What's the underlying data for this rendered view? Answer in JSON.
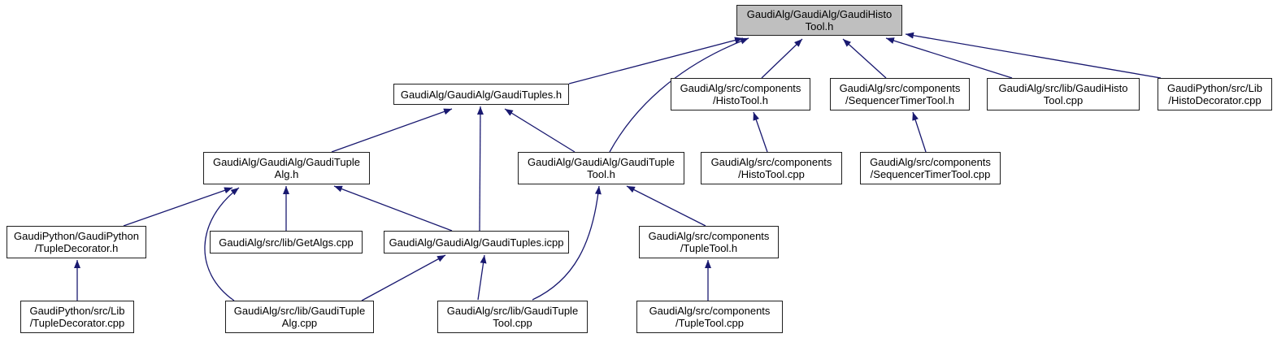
{
  "diagram": {
    "type": "include-dependency-graph",
    "root_id": "root",
    "colors": {
      "edge": "#191970",
      "node_fill": "#ffffff",
      "root_fill": "#bfbfbf",
      "border": "#1f1f1f"
    },
    "nodes": [
      {
        "id": "root",
        "label": "GaudiAlg/GaudiAlg/GaudiHisto\nTool.h"
      },
      {
        "id": "tuples-h",
        "label": "GaudiAlg/GaudiAlg/GaudiTuples.h"
      },
      {
        "id": "histotool-h",
        "label": "GaudiAlg/src/components\n/HistoTool.h"
      },
      {
        "id": "sequencertimertool-h",
        "label": "GaudiAlg/src/components\n/SequencerTimerTool.h"
      },
      {
        "id": "gaudihistotool-cpp",
        "label": "GaudiAlg/src/lib/GaudiHisto\nTool.cpp"
      },
      {
        "id": "histodecorator-cpp",
        "label": "GaudiPython/src/Lib\n/HistoDecorator.cpp"
      },
      {
        "id": "tuplealg-h",
        "label": "GaudiAlg/GaudiAlg/GaudiTuple\nAlg.h"
      },
      {
        "id": "tupletool-h",
        "label": "GaudiAlg/GaudiAlg/GaudiTuple\nTool.h"
      },
      {
        "id": "histotool-cpp",
        "label": "GaudiAlg/src/components\n/HistoTool.cpp"
      },
      {
        "id": "sequencertimertool-cpp",
        "label": "GaudiAlg/src/components\n/SequencerTimerTool.cpp"
      },
      {
        "id": "tupledecorator-h",
        "label": "GaudiPython/GaudiPython\n/TupleDecorator.h"
      },
      {
        "id": "getalgs-cpp",
        "label": "GaudiAlg/src/lib/GetAlgs.cpp"
      },
      {
        "id": "tuples-icpp",
        "label": "GaudiAlg/GaudiAlg/GaudiTuples.icpp"
      },
      {
        "id": "tupletool-comp-h",
        "label": "GaudiAlg/src/components\n/TupleTool.h"
      },
      {
        "id": "tupledecorator-cpp",
        "label": "GaudiPython/src/Lib\n/TupleDecorator.cpp"
      },
      {
        "id": "tuplealg-cpp",
        "label": "GaudiAlg/src/lib/GaudiTuple\nAlg.cpp"
      },
      {
        "id": "tupletool-cpp",
        "label": "GaudiAlg/src/lib/GaudiTuple\nTool.cpp"
      },
      {
        "id": "tupletool-comp-cpp",
        "label": "GaudiAlg/src/components\n/TupleTool.cpp"
      }
    ],
    "edges": [
      {
        "from": "tuples-h",
        "to": "root"
      },
      {
        "from": "tupletool-h",
        "to": "root"
      },
      {
        "from": "histotool-h",
        "to": "root"
      },
      {
        "from": "sequencertimertool-h",
        "to": "root"
      },
      {
        "from": "gaudihistotool-cpp",
        "to": "root"
      },
      {
        "from": "histodecorator-cpp",
        "to": "root"
      },
      {
        "from": "tuplealg-h",
        "to": "tuples-h"
      },
      {
        "from": "tupletool-h",
        "to": "tuples-h"
      },
      {
        "from": "tuples-icpp",
        "to": "tuples-h"
      },
      {
        "from": "histotool-cpp",
        "to": "histotool-h"
      },
      {
        "from": "sequencertimertool-cpp",
        "to": "sequencertimertool-h"
      },
      {
        "from": "tupledecorator-h",
        "to": "tuplealg-h"
      },
      {
        "from": "getalgs-cpp",
        "to": "tuplealg-h"
      },
      {
        "from": "tuples-icpp",
        "to": "tuplealg-h"
      },
      {
        "from": "tuplealg-cpp",
        "to": "tuplealg-h"
      },
      {
        "from": "tupledecorator-cpp",
        "to": "tupledecorator-h"
      },
      {
        "from": "tuplealg-cpp",
        "to": "tuples-icpp"
      },
      {
        "from": "tupletool-cpp",
        "to": "tuples-icpp"
      },
      {
        "from": "tupletool-cpp",
        "to": "tupletool-h"
      },
      {
        "from": "tupletool-comp-h",
        "to": "tupletool-h"
      },
      {
        "from": "tupletool-comp-cpp",
        "to": "tupletool-comp-h"
      }
    ]
  }
}
